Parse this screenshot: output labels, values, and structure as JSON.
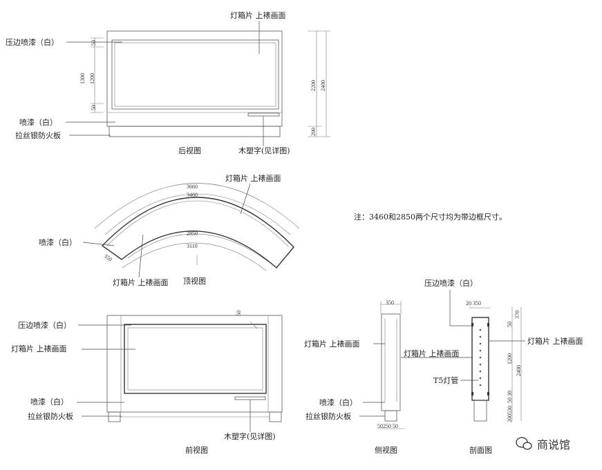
{
  "back_view": {
    "title": "后视图",
    "lightbox": "灯箱片 上裱画面",
    "press_edge": "压边喷漆（白）",
    "paint": "喷漆（白）",
    "panel": "拉丝银防火板",
    "wood_text": "木塑字(见详图)",
    "dims": {
      "d50a": "50",
      "d1300": "1300",
      "d1200": "1200",
      "d50b": "50",
      "d2200": "2200",
      "d2400": "2400",
      "d200": "200"
    }
  },
  "top_view": {
    "title": "顶视图",
    "lightbox_top": "灯箱片 上裱画面",
    "lightbox_bottom": "灯箱片 上裱画面",
    "paint": "喷漆（白）",
    "dims": {
      "d3660": "3660",
      "d3460": "3460",
      "d2850": "2850",
      "d3110": "3110",
      "d350": "350"
    }
  },
  "note": "注：3460和2850两个尺寸均为带边框尺寸。",
  "front_view": {
    "title": "前视图",
    "press_edge": "压边喷漆（白）",
    "lightbox": "灯箱片 上裱画面",
    "paint": "喷漆（白）",
    "panel": "拉丝银防火板",
    "wood_text": "木塑字(见详图)",
    "dims": {
      "d50": "50"
    }
  },
  "side_view": {
    "title": "侧视图",
    "lightbox": "灯箱片 上裱画面",
    "paint": "喷漆（白）",
    "panel": "拉丝银防火板",
    "dims": {
      "d350": "350",
      "bottom": "50250 50"
    }
  },
  "section_view": {
    "title": "剖面图",
    "press_edge": "压边喷漆（白）",
    "lightbox_left": "灯箱片 上裱画面",
    "lightbox_right": "灯箱片 上裱画面",
    "tube": "T5灯管",
    "dims": {
      "top": "20 350",
      "d370": "370",
      "d50a": "50",
      "d1200": "1200",
      "d2400": "2400",
      "d30": "30",
      "d50b": "50",
      "d530": "530",
      "d200": "200"
    }
  },
  "watermark": "商说馆"
}
